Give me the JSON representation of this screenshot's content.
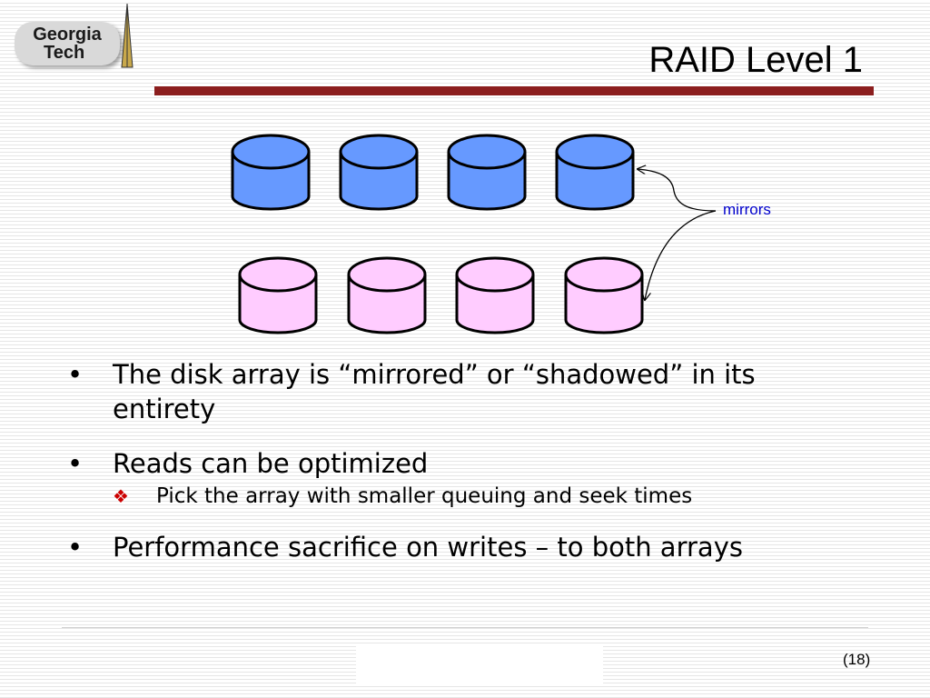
{
  "logo": {
    "line1": "Georgia",
    "line2": "Tech"
  },
  "slide": {
    "title": "RAID Level 1",
    "page_number": "(18)"
  },
  "diagram": {
    "top_row_label": "",
    "mirror_label": "mirrors",
    "colors": {
      "primary_disk": "#6699ff",
      "mirror_disk": "#ffccff",
      "label": "#0000cc"
    }
  },
  "bullets": [
    {
      "text": "The disk array is “mirrored” or “shadowed” in its entirety"
    },
    {
      "text": "Reads can be optimized",
      "sub": "Pick the array with smaller queuing and seek times"
    },
    {
      "text": "Performance sacrifice on writes – to both arrays"
    }
  ]
}
